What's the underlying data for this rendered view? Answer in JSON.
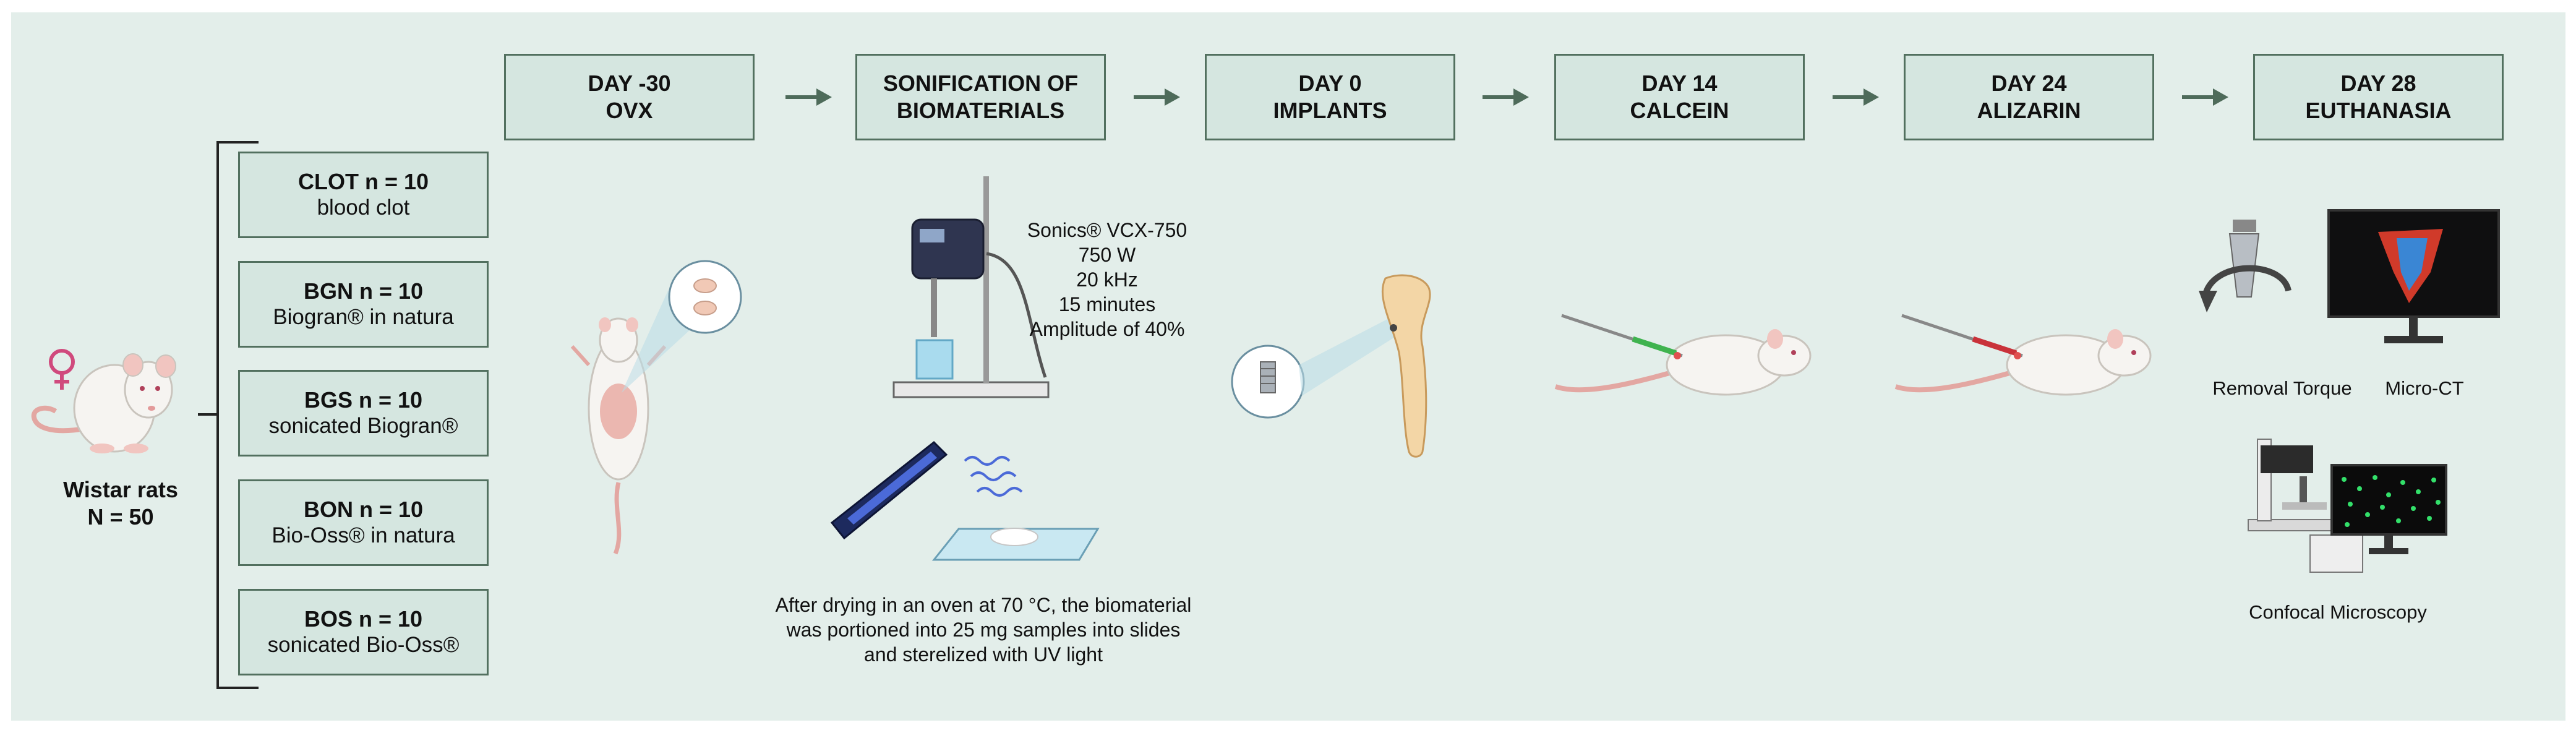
{
  "timeline": [
    {
      "line1": "DAY -30",
      "line2": "OVX"
    },
    {
      "line1": "SONIFICATION OF",
      "line2": "BIOMATERIALS"
    },
    {
      "line1": "DAY 0",
      "line2": "IMPLANTS"
    },
    {
      "line1": "DAY 14",
      "line2": "CALCEIN"
    },
    {
      "line1": "DAY 24",
      "line2": "ALIZARIN"
    },
    {
      "line1": "DAY 28",
      "line2": "EUTHANASIA"
    }
  ],
  "animals": {
    "line1": "Wistar rats",
    "line2": "N = 50",
    "sex_symbol": "♀"
  },
  "groups": [
    {
      "code": "CLOT n = 10",
      "desc": "blood clot"
    },
    {
      "code": "BGN n = 10",
      "desc": "Biogran® in natura"
    },
    {
      "code": "BGS n = 10",
      "desc": "sonicated Biogran®"
    },
    {
      "code": "BON n = 10",
      "desc": "Bio-Oss® in natura"
    },
    {
      "code": "BOS n = 10",
      "desc": "sonicated Bio-Oss®"
    }
  ],
  "sonication_params": [
    "Sonics® VCX-750",
    "750 W",
    "20 kHz",
    "15 minutes",
    "Amplitude of 40%"
  ],
  "drying_note": [
    "After drying in an oven at 70 °C, the biomaterial",
    "was portioned into 25 mg samples into slides",
    "and sterelized with UV light"
  ],
  "analyses": {
    "torque": "Removal Torque",
    "microct": "Micro-CT",
    "confocal": "Confocal Microscopy"
  },
  "colors": {
    "background": "#e3eeea",
    "box_fill": "#d5e6e0",
    "box_border": "#52705f",
    "arrow": "#4e6b5a",
    "female_symbol": "#d04a7d"
  }
}
